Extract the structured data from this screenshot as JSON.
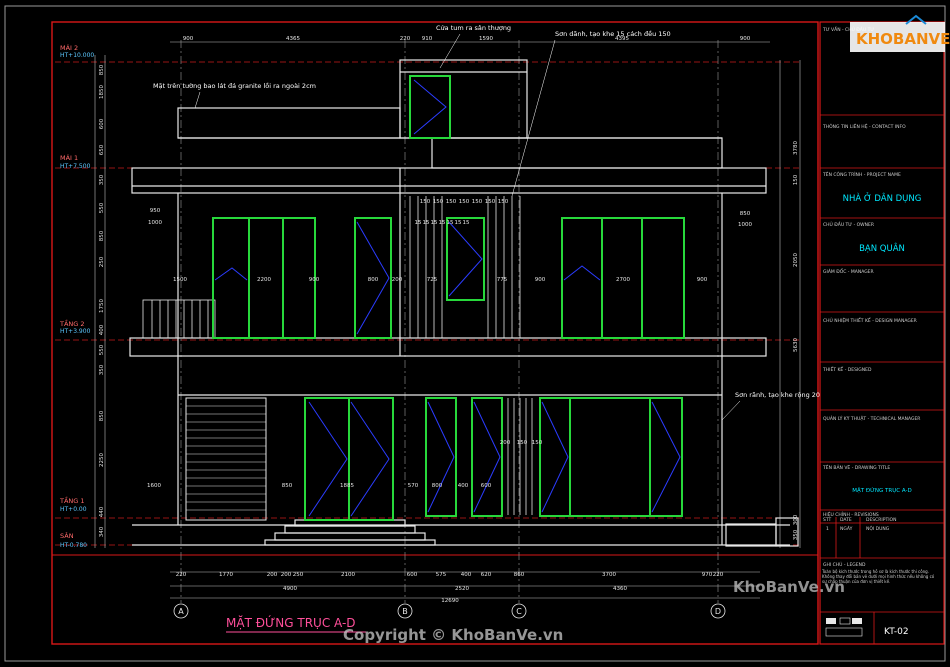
{
  "drawing": {
    "title": "MẶT ĐỨNG TRỤC A-D",
    "sheet": "KT-02",
    "copyright": "Copyright © KhoBanVe.vn",
    "watermark_main": "KHOBANVE",
    "watermark_domain": "KhoBanVe.vn"
  },
  "levels": [
    {
      "name": "MÁI 2",
      "value": "HT+10.000"
    },
    {
      "name": "MÁI 1",
      "value": "HT+7.500"
    },
    {
      "name": "TẦNG 2",
      "value": "HT+3.900"
    },
    {
      "name": "TẦNG 1",
      "value": "HT+0.00"
    },
    {
      "name": "SÂN",
      "value": "HT-0.780"
    }
  ],
  "notes": {
    "stair_door": "Cửa tum ra sân thượng",
    "granite": "Mặt trên tường bao lát đá granite lồi ra ngoài 2cm",
    "grooves_top": "Sơn dãnh, tạo khe 15 cách đều 150",
    "grooves_side": "Sơn rãnh, tạo khe rộng 20"
  },
  "axes": [
    "A",
    "B",
    "C",
    "D"
  ],
  "top_dims": [
    "900",
    "4365",
    "220",
    "910",
    "1590",
    "4395",
    "900"
  ],
  "bottom_dims_row1": [
    "220",
    "1770",
    "200",
    "200",
    "250",
    "2100",
    "600",
    "575",
    "400",
    "620",
    "860",
    "3700",
    "970",
    "220"
  ],
  "bottom_dims_row2": [
    "4900",
    "2520",
    "4360"
  ],
  "bottom_total": "12690",
  "left_dims": [
    "850",
    "1850",
    "600",
    "650",
    "350",
    "550",
    "850",
    "250",
    "1750",
    "400",
    "550",
    "350",
    "850",
    "2250",
    "440",
    "340"
  ],
  "right_dims": [
    "3780",
    "150",
    "2050",
    "5630",
    "300",
    "350"
  ],
  "mid_dims": [
    "950",
    "1000",
    "1500",
    "2200",
    "800",
    "200",
    "900",
    "725",
    "775",
    "2700",
    "900",
    "900",
    "850",
    "1000",
    "1600",
    "1885",
    "570",
    "800",
    "400",
    "850",
    "600",
    "200",
    "150",
    "150"
  ],
  "slat_dims": [
    "150",
    "150",
    "150",
    "150",
    "150",
    "150",
    "150"
  ],
  "slat_sub": [
    "15",
    "15",
    "15",
    "15",
    "15",
    "15",
    "15"
  ],
  "title_block": {
    "header": "TƯ VẤN - CHỦ ĐẦU TƯ",
    "info_label": "THÔNG TIN LIÊN HỆ - CONTACT INFO",
    "project_label": "TÊN CÔNG TRÌNH - PROJECT NAME",
    "project_name": "NHÀ Ở DÂN DỤNG",
    "owner_label": "CHỦ ĐẦU TƯ - OWNER",
    "owner_name": "BẠN QUÂN",
    "director_label": "GIÁM ĐỐC - MANAGER",
    "designer_label": "CHỦ NHIỆM THIẾT KẾ - DESIGN MANAGER",
    "drafter_label": "THIẾT KẾ - DESIGNED",
    "qc_label": "QUẢN LÝ KỸ THUẬT - TECHNICAL MANAGER",
    "drawing_label": "TÊN BẢN VẼ - DRAWING TITLE",
    "drawing_name": "MẶT ĐỨNG TRỤC A-D",
    "revision_label": "HIỆU CHỈNH - REVISIONS",
    "rev_cols": [
      "STT",
      "DATE",
      "DESCRIPTION"
    ],
    "rev_row": [
      "1",
      "NGÀY",
      "NỘI DUNG"
    ],
    "remarks_label": "GHI CHÚ - LEGEND",
    "remarks": "Toàn bộ kích thước trong hồ sơ là kích thước thi công. Không thay đổi bản vẽ dưới mọi hình thức nếu không có sự chấp thuận của đơn vị thiết kế."
  },
  "colors": {
    "background": "#000000",
    "frame": "#d81818",
    "wall": "#e8e8e8",
    "window": "#27d83b",
    "glass": "#2b3cff",
    "dim": "#d0d0d0",
    "note": "#ffffff",
    "tb_accent": "#00e8ff"
  }
}
